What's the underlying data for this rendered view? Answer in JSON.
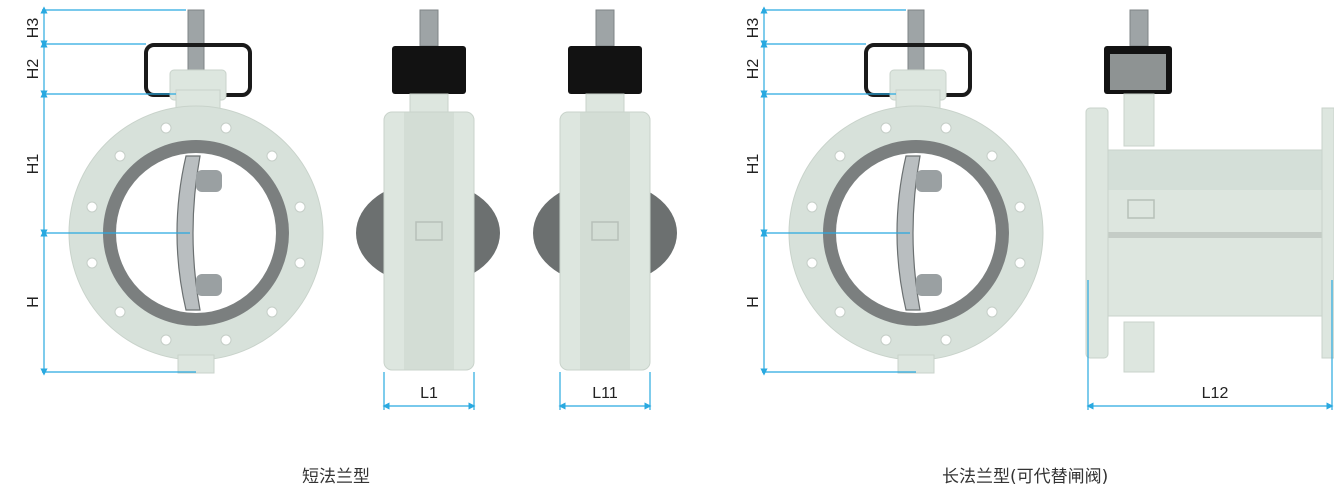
{
  "dimensions": {
    "H3": "H3",
    "H2": "H2",
    "H1": "H1",
    "H": "H",
    "L1": "L1",
    "L11": "L11",
    "L12": "L12"
  },
  "captions": {
    "short_flange": "短法兰型",
    "long_flange": "长法兰型(可代替闸阀)"
  },
  "colors": {
    "dimension_line": "#29a9e0",
    "valve_body": "#dde6df",
    "liner": "#7b7f7f",
    "actuator": "#121212"
  }
}
